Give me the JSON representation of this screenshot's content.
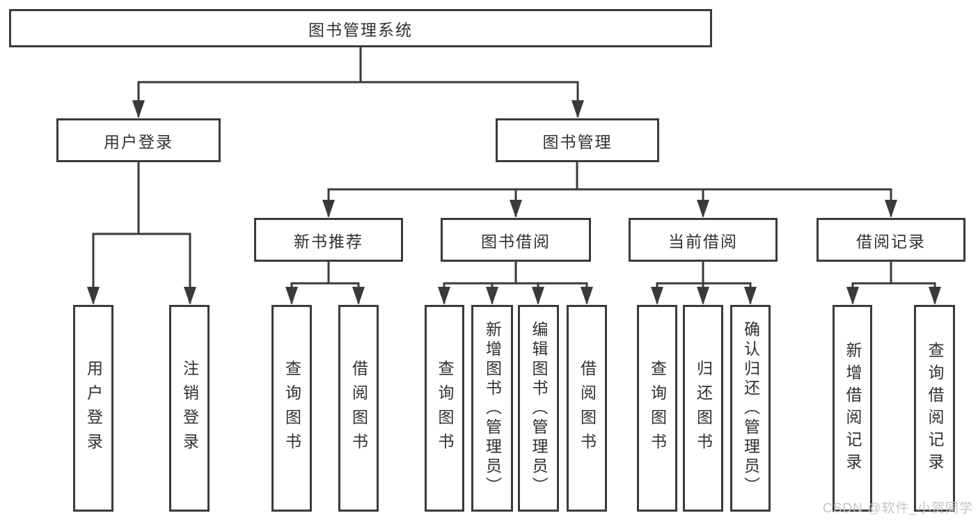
{
  "nodes": {
    "root": "图书管理系统",
    "user_login": "用户登录",
    "book_mgmt": "图书管理",
    "new_book_rec": "新书推荐",
    "book_borrow": "图书借阅",
    "current_borrow": "当前借阅",
    "borrow_record": "借阅记录",
    "ul_login": "用户登录",
    "ul_logout": "注销登录",
    "nb_query": "查询图书",
    "nb_borrow": "借阅图书",
    "bb_query": "查询图书",
    "bb_add": "新增图书（管理员）",
    "bb_edit": "编辑图书（管理员）",
    "bb_borrow": "借阅图书",
    "cb_query": "查询图书",
    "cb_return": "归还图书",
    "cb_confirm": "确认归还（管理员）",
    "br_add": "新增借阅记录",
    "br_query": "查询借阅记录"
  },
  "hierarchy": {
    "图书管理系统": {
      "用户登录": [
        "用户登录",
        "注销登录"
      ],
      "图书管理": {
        "新书推荐": [
          "查询图书",
          "借阅图书"
        ],
        "图书借阅": [
          "查询图书",
          "新增图书（管理员）",
          "编辑图书（管理员）",
          "借阅图书"
        ],
        "当前借阅": [
          "查询图书",
          "归还图书",
          "确认归还（管理员）"
        ],
        "借阅记录": [
          "新增借阅记录",
          "查询借阅记录"
        ]
      }
    }
  },
  "watermark": "CSDN @软件_小贺同学",
  "colors": {
    "line": "#3a3a3a",
    "text": "#303030",
    "watermark": "#c6c6c6",
    "background": "#ffffff"
  }
}
